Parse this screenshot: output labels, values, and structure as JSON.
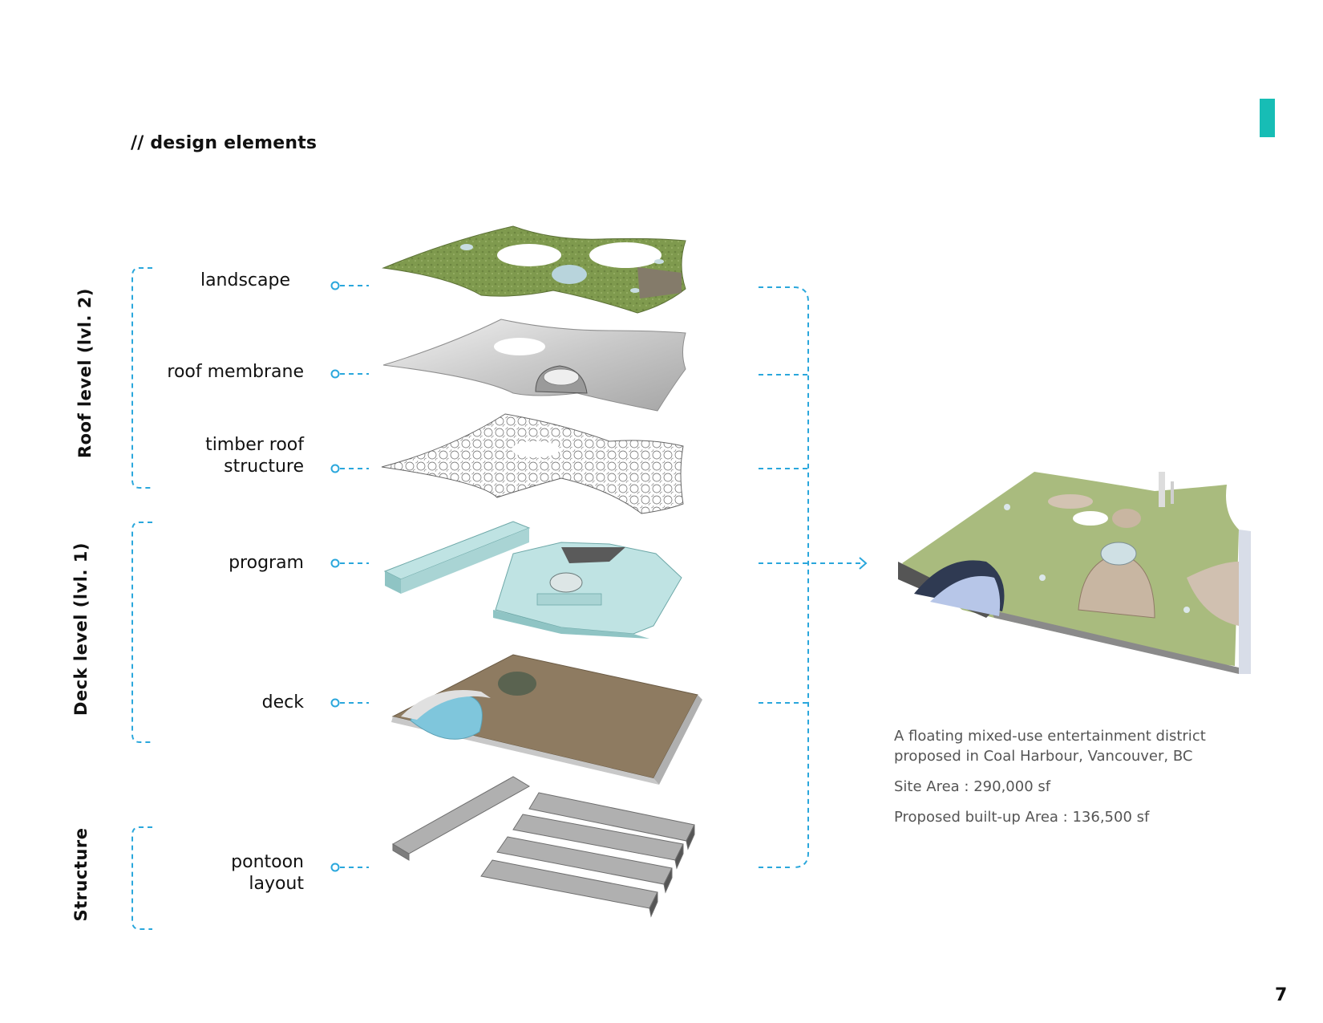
{
  "heading": "// design elements",
  "page_number": "7",
  "accent_color": "#17bdb5",
  "connector_color": "#2aa7dc",
  "groups": [
    {
      "label": "Roof level (lvl. 2)"
    },
    {
      "label": "Deck level (lvl. 1)"
    },
    {
      "label": "Structure"
    }
  ],
  "layers": [
    {
      "label": "landscape"
    },
    {
      "label": "roof membrane"
    },
    {
      "label": "timber roof\nstructure"
    },
    {
      "label": "program"
    },
    {
      "label": "deck"
    },
    {
      "label": "pontoon\nlayout"
    }
  ],
  "description": {
    "intro": "A floating mixed-use entertainment district proposed in Coal Harbour, Vancouver, BC",
    "site_area": "Site Area : 290,000 sf",
    "built_up_area": "Proposed built-up Area : 136,500 sf"
  }
}
